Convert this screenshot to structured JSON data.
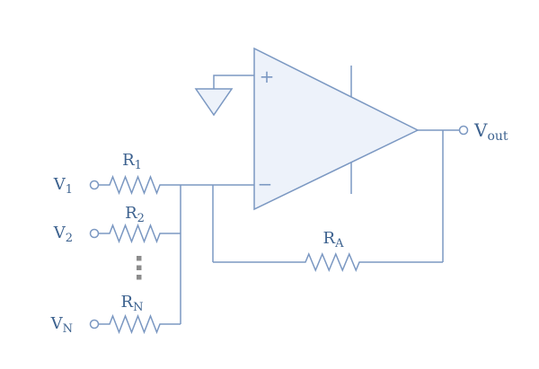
{
  "circuit": {
    "kind": "summing-amplifier-schematic",
    "inputs": [
      {
        "voltage": {
          "main": "V",
          "sub": "1"
        },
        "resistor": {
          "main": "R",
          "sub": "1"
        }
      },
      {
        "voltage": {
          "main": "V",
          "sub": "2"
        },
        "resistor": {
          "main": "R",
          "sub": "2"
        }
      },
      {
        "voltage": {
          "main": "V",
          "sub": "N"
        },
        "resistor": {
          "main": "R",
          "sub": "N"
        }
      }
    ],
    "feedback_resistor": {
      "main": "R",
      "sub": "A"
    },
    "output": {
      "main": "V",
      "sub": "out"
    },
    "opamp": {
      "plus": "+",
      "minus": "−"
    },
    "ellipsis_dot_count": 3
  },
  "colors": {
    "wire": "#7b98c2",
    "component_fill": "#edf2fa",
    "label_text": "#3d628f",
    "ellipsis_dots": "#8c8c8c",
    "background": "#ffffff"
  }
}
